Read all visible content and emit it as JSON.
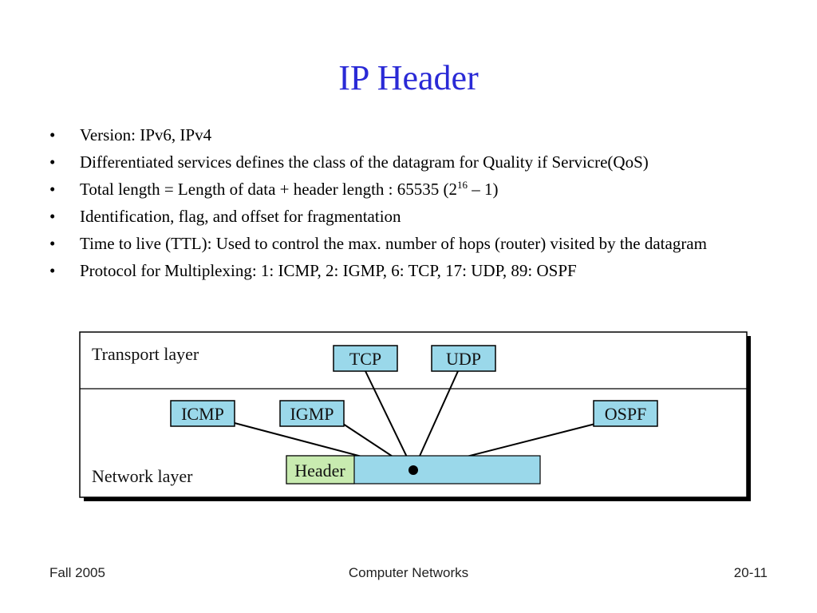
{
  "slide": {
    "title": "IP Header",
    "bullets": [
      {
        "text": "Version: IPv6, IPv4"
      },
      {
        "text": "Differentiated services defines the class of the datagram for Quality if Servicre(QoS)"
      },
      {
        "text_before": "Total length = Length of data + header length : 65535 (2",
        "superscript": "16",
        "text_after": " – 1)"
      },
      {
        "text": "Identification, flag, and offset for fragmentation"
      },
      {
        "text": "Time to live (TTL): Used to control the max. number of hops (router) visited by the datagram"
      },
      {
        "text": "Protocol for Multiplexing:  1: ICMP, 2: IGMP, 6: TCP, 17: UDP, 89: OSPF"
      }
    ],
    "bullet_symbol": "•"
  },
  "diagram": {
    "transport_layer_label": "Transport layer",
    "network_layer_label": "Network layer",
    "protocols": {
      "tcp": "TCP",
      "udp": "UDP",
      "icmp": "ICMP",
      "igmp": "IGMP",
      "ospf": "OSPF"
    },
    "header_label": "Header",
    "colors": {
      "protocol_box": "#9ad8ea",
      "header_box": "#c8ebb0",
      "datagram_box": "#9ad8ea",
      "frame_shadow": "#000000"
    }
  },
  "footer": {
    "left": "Fall 2005",
    "center": "Computer Networks",
    "right": "20-11"
  },
  "colors": {
    "title": "#2a2ad6"
  }
}
